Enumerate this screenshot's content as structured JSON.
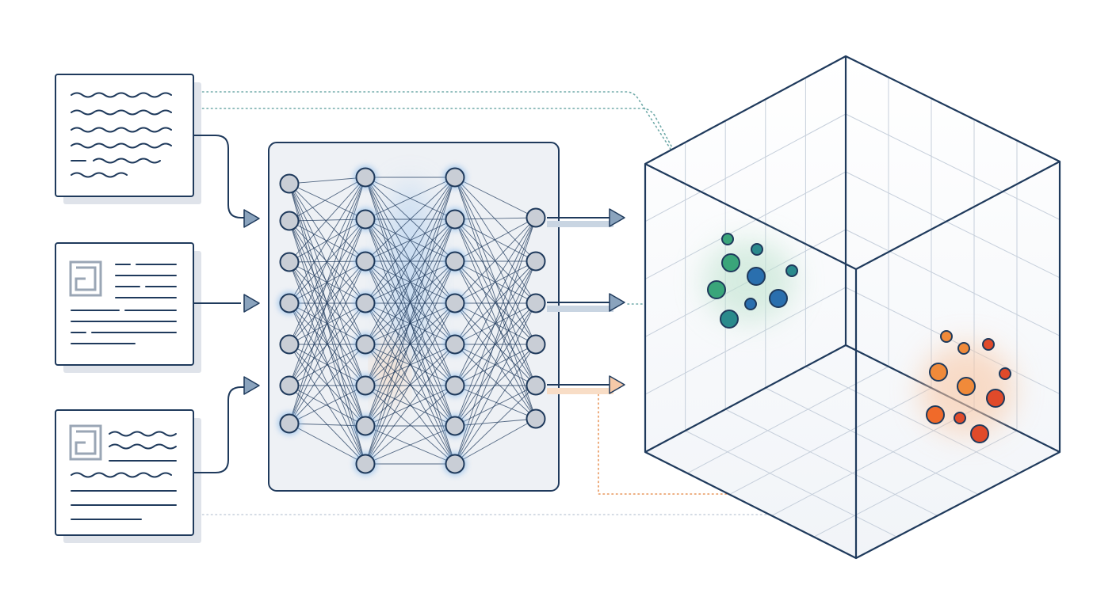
{
  "colors": {
    "ink": "#1f3a5c",
    "panel_fill": "#eef1f5",
    "node_fill": "#c9ced6",
    "node_glow": "#7fb2e6",
    "doc_shadow": "#dfe3ea",
    "arrow_fill": "#8aa3bd",
    "arrow_orange_fill": "#f6c9a8",
    "grid": "#c6cfdb",
    "cluster_green": "#3aa57a",
    "cluster_teal": "#2a8a8c",
    "cluster_blue": "#2a6fae",
    "cluster_orange": "#f08a3a",
    "cluster_red": "#e04a2a",
    "dotted_teal": "#6fa9a8",
    "dotted_orange": "#e8955a"
  },
  "documents": [
    {
      "name": "text-document",
      "icon": "wavy-text-icon",
      "has_logo": false
    },
    {
      "name": "structured-document",
      "icon": "logo-lines-icon",
      "has_logo": true
    },
    {
      "name": "mixed-document",
      "icon": "logo-wavy-icon",
      "has_logo": true
    }
  ],
  "network": {
    "layers": [
      7,
      8,
      8,
      6
    ],
    "glow_layers": [
      1,
      2
    ]
  },
  "embedding_space": {
    "shape": "cube",
    "grid": true,
    "clusters": [
      {
        "name": "green-blue-cluster",
        "points": 9,
        "colors": [
          "cluster_green",
          "cluster_teal",
          "cluster_blue"
        ]
      },
      {
        "name": "orange-red-cluster",
        "points": 10,
        "colors": [
          "cluster_orange",
          "cluster_red"
        ]
      }
    ]
  }
}
